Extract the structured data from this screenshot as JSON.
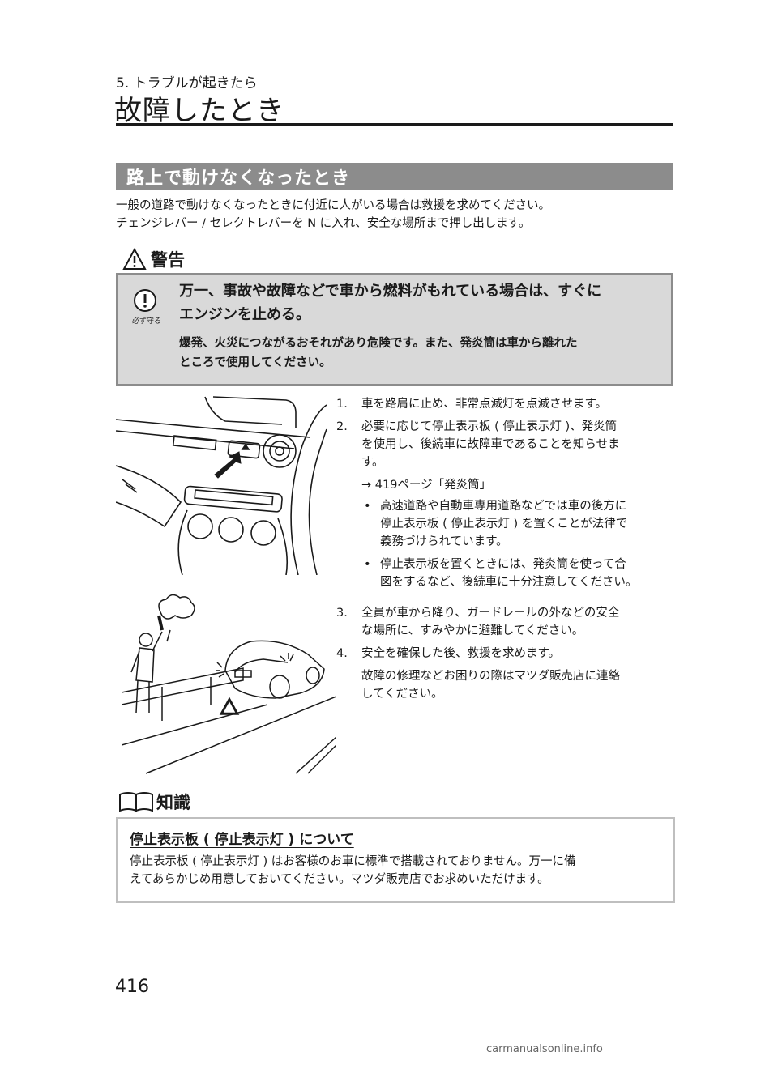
{
  "header": {
    "breadcrumb": "5. トラブルが起きたら",
    "title": "故障したとき"
  },
  "section": {
    "title": "路上で動けなくなったとき",
    "intro": [
      "一般の道路で動けなくなったときに付近に人がいる場合は救援を求めてください。",
      "チェンジレバー / セレクトレバーを N に入れ、安全な場所まで押し出します。"
    ]
  },
  "warning": {
    "label": "警告",
    "must_label": "必ず守る",
    "main": [
      "万一、事故や故障などで車から燃料がもれている場合は、すぐに",
      "エンジンを止める。"
    ],
    "sub": [
      "爆発、火災につながるおそれがあり危険です。また、発炎筒は車から離れた",
      "ところで使用してください。"
    ]
  },
  "steps": [
    {
      "num": "1.",
      "lines": [
        "車を路肩に止め、非常点滅灯を点滅させます。"
      ]
    },
    {
      "num": "2.",
      "lines": [
        "必要に応じて停止表示板 ( 停止表示灯 )、発炎筒",
        "を使用し、後続車に故障車であることを知らせま",
        "す。"
      ]
    },
    {
      "num": "3.",
      "lines": [
        "全員が車から降り、ガードレールの外などの安全",
        "な場所に、すみやかに避難してください。"
      ]
    },
    {
      "num": "4.",
      "lines": [
        "安全を確保した後、救援を求めます。"
      ]
    }
  ],
  "step2_ref": "→ 419ページ「発炎筒」",
  "step2_bullets": [
    {
      "dot": "•",
      "lines": [
        "高速道路や自動車専用道路などでは車の後方に",
        "停止表示板 ( 停止表示灯 ) を置くことが法律で",
        "義務づけられています。"
      ]
    },
    {
      "dot": "•",
      "lines": [
        "停止表示板を置くときには、発炎筒を使って合",
        "図をするなど、後続車に十分注意してください。"
      ]
    }
  ],
  "step4_note": [
    "故障の修理などお困りの際はマツダ販売店に連絡",
    "してください。"
  ],
  "knowledge": {
    "label": "知識",
    "title": "停止表示板 ( 停止表示灯 ) について",
    "body": [
      "停止表示板 ( 停止表示灯 ) はお客様のお車に標準で搭載されておりません。万一に備",
      "えてあらかじめ用意しておいてください。マツダ販売店でお求めいただけます。"
    ]
  },
  "page_number": "416",
  "watermark": "carmanualsonline.info",
  "colors": {
    "section_bar": "#8c8c8c",
    "warning_bg": "#d9d9d9",
    "text": "#1a1a1a"
  }
}
